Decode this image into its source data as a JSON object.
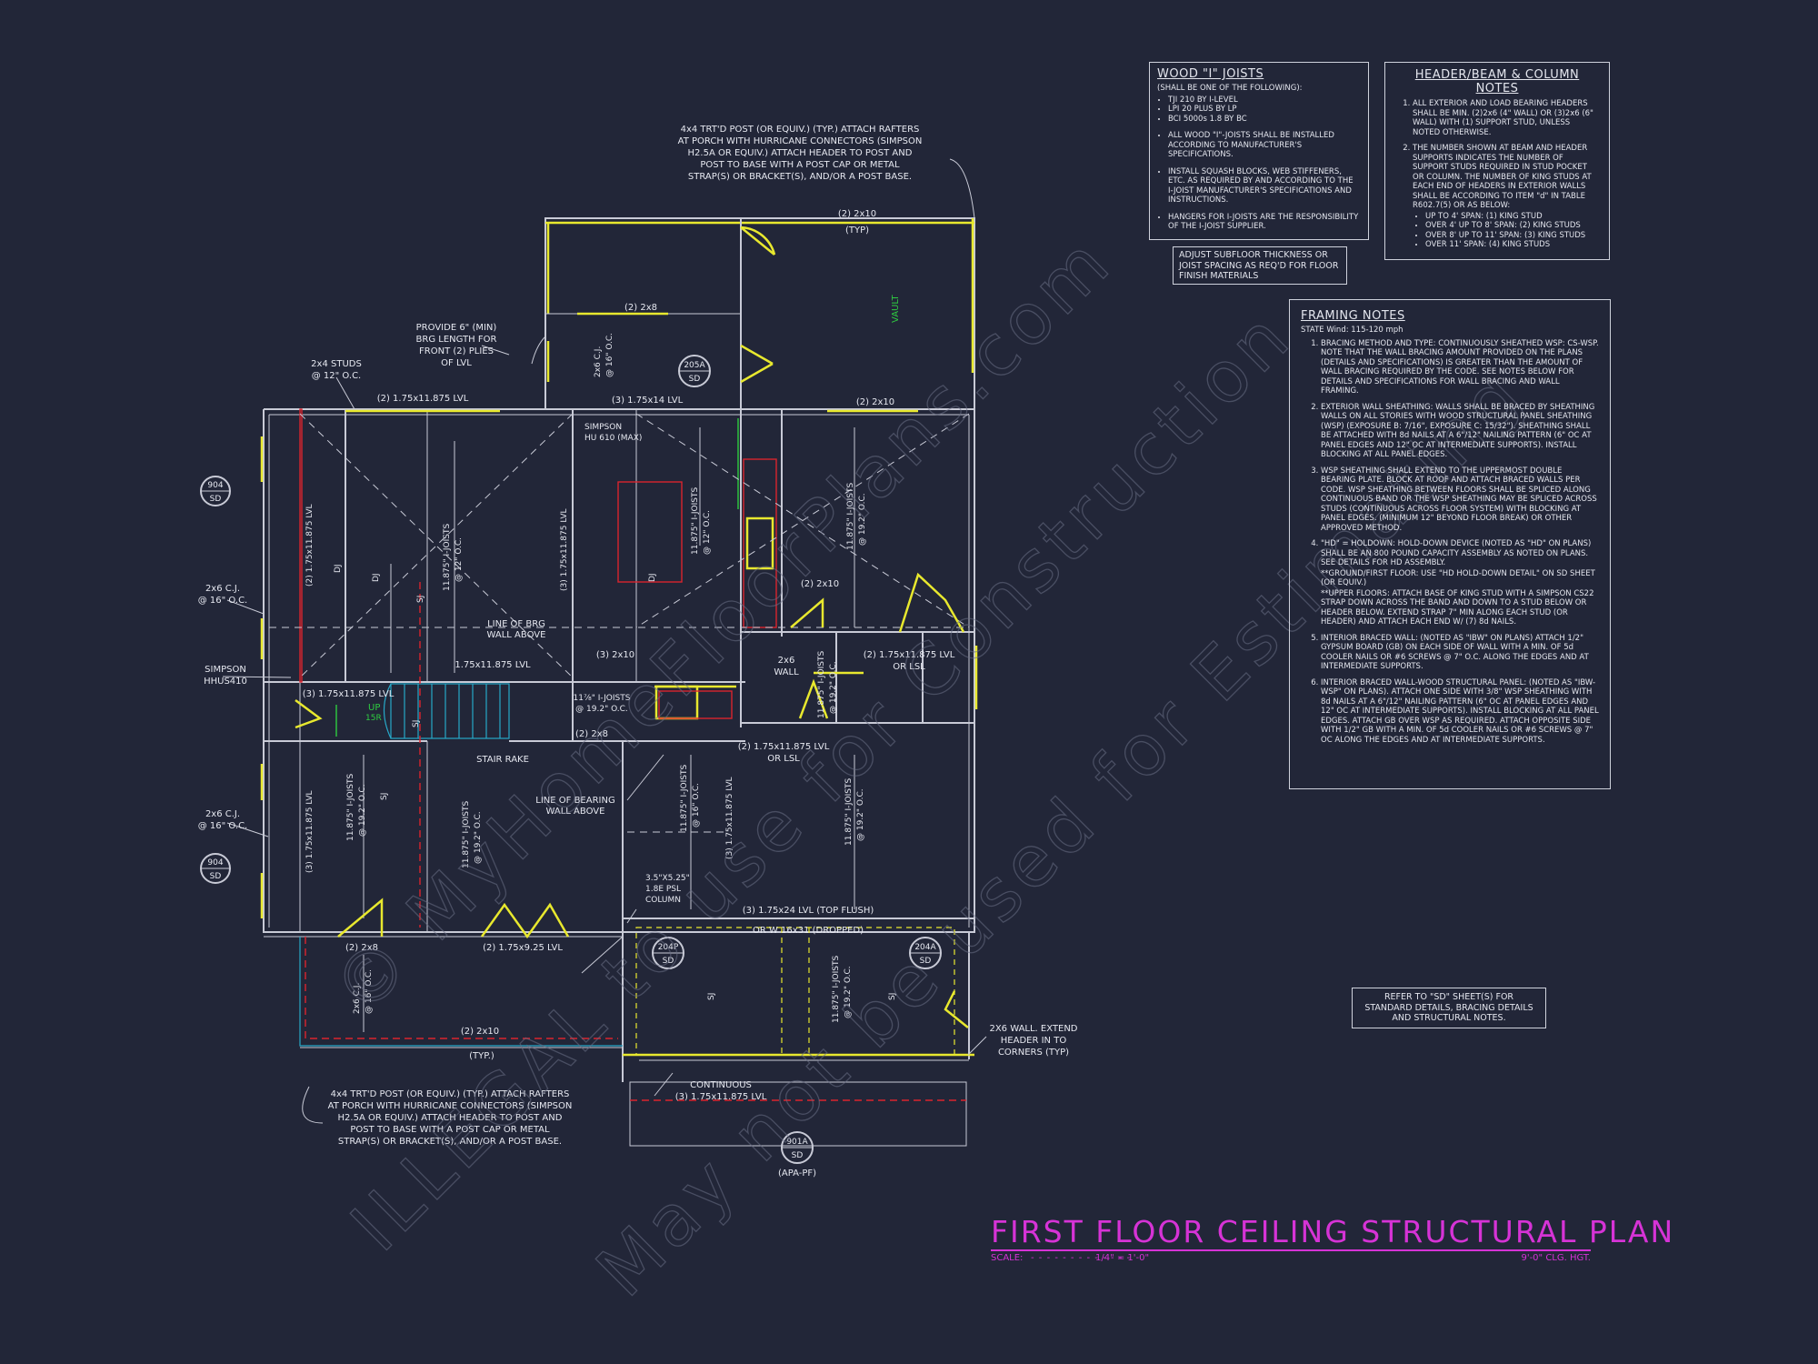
{
  "joists": {
    "title": "WOOD \"I\" JOISTS",
    "subtitle": "(SHALL BE ONE OF THE FOLLOWING):",
    "options": [
      "TJI 210 BY I-LEVEL",
      "LPI 20 PLUS BY LP",
      "BCI 5000s 1.8 BY BC"
    ],
    "notes": [
      "ALL WOOD \"I\"-JOISTS SHALL BE INSTALLED ACCORDING TO MANUFACTURER'S SPECIFICATIONS.",
      "INSTALL SQUASH BLOCKS, WEB STIFFENERS, ETC. AS REQUIRED BY AND ACCORDING TO THE I-JOIST MANUFACTURER'S SPECIFICATIONS AND INSTRUCTIONS.",
      "HANGERS FOR I-JOISTS ARE THE RESPONSIBILITY OF THE I-JOIST SUPPLIER."
    ]
  },
  "subfloor_note": "ADJUST SUBFLOOR THICKNESS OR JOIST SPACING AS REQ'D FOR FLOOR FINISH MATERIALS",
  "header_notes": {
    "title": "HEADER/BEAM & COLUMN NOTES",
    "items": [
      "ALL EXTERIOR AND LOAD BEARING HEADERS SHALL BE MIN. (2)2x6 (4\" WALL) OR (3)2x6 (6\" WALL) WITH (1) SUPPORT STUD, UNLESS NOTED OTHERWISE.",
      "THE NUMBER SHOWN AT BEAM AND HEADER SUPPORTS INDICATES THE NUMBER OF SUPPORT STUDS REQUIRED IN STUD POCKET OR COLUMN. THE NUMBER OF KING STUDS AT EACH END OF HEADERS IN EXTERIOR WALLS SHALL BE ACCORDING TO ITEM \"d\" IN TABLE R602.7(5) OR AS BELOW:"
    ],
    "studs": [
      "UP TO 4' SPAN: (1) KING STUD",
      "OVER 4' UP TO 8' SPAN: (2) KING STUDS",
      "OVER 8' UP TO 11' SPAN: (3) KING STUDS",
      "OVER 11' SPAN: (4) KING STUDS"
    ]
  },
  "framing_notes": {
    "title": "FRAMING NOTES",
    "wind": "STATE Wind: 115-120 mph",
    "items": [
      "BRACING METHOD AND TYPE: CONTINUOUSLY SHEATHED WSP: CS-WSP. NOTE THAT THE WALL BRACING AMOUNT PROVIDED ON THE PLANS (DETAILS AND SPECIFICATIONS) IS GREATER THAN THE AMOUNT OF WALL BRACING REQUIRED BY THE CODE. SEE NOTES BELOW FOR DETAILS AND SPECIFICATIONS FOR WALL BRACING AND WALL FRAMING.",
      "EXTERIOR WALL SHEATHING: WALLS SHALL BE BRACED BY SHEATHING WALLS ON ALL STORIES WITH WOOD STRUCTURAL PANEL SHEATHING (WSP) (EXPOSURE B: 7/16\", EXPOSURE C: 15/32\"). SHEATHING SHALL BE ATTACHED WITH 8d NAILS AT A 6\"/12\" NAILING PATTERN (6\" OC AT PANEL EDGES AND 12\" OC AT INTERMEDIATE SUPPORTS). INSTALL BLOCKING AT ALL PANEL EDGES.",
      "WSP SHEATHING SHALL EXTEND TO THE UPPERMOST DOUBLE BEARING PLATE. BLOCK AT ROOF AND ATTACH BRACED WALLS PER CODE. WSP SHEATHING BETWEEN FLOORS SHALL BE SPLICED ALONG CONTINUOUS BAND OR THE WSP SHEATHING MAY BE SPLICED ACROSS STUDS (CONTINUOUS ACROSS FLOOR SYSTEM) WITH BLOCKING AT PANEL EDGES. (MINIMUM 12\" BEYOND FLOOR BREAK) OR OTHER APPROVED METHOD.",
      "\"HD\" = HOLDOWN: HOLD-DOWN DEVICE (NOTED AS \"HD\" ON PLANS) SHALL BE AN 800 POUND CAPACITY ASSEMBLY AS NOTED ON PLANS. SEE DETAILS FOR HD ASSEMBLY.",
      "INTERIOR BRACED WALL: (NOTED AS \"IBW\" ON PLANS) ATTACH 1/2\" GYPSUM BOARD (GB) ON EACH SIDE OF WALL WITH A MIN. OF 5d COOLER NAILS OR #6 SCREWS @ 7\" O.C. ALONG THE EDGES AND AT INTERMEDIATE SUPPORTS.",
      "INTERIOR BRACED WALL-WOOD STRUCTURAL PANEL: (NOTED AS \"IBW-WSP\" ON PLANS). ATTACH ONE SIDE WITH 3/8\" WSP SHEATHING WITH 8d NAILS AT A 6\"/12\" NAILING PATTERN (6\" OC AT PANEL EDGES AND 12\" OC AT INTERMEDIATE SUPPORTS). INSTALL BLOCKING AT ALL PANEL EDGES. ATTACH GB OVER WSP AS REQUIRED. ATTACH OPPOSITE SIDE WITH 1/2\" GB WITH A MIN. OF 5d COOLER NAILS OR #6 SCREWS @ 7\" OC ALONG THE EDGES AND AT INTERMEDIATE SUPPORTS."
    ],
    "sub_items": [
      "**GROUND/FIRST FLOOR: USE \"HD HOLD-DOWN DETAIL\" ON SD SHEET (OR EQUIV.)",
      "**UPPER FLOORS: ATTACH BASE OF KING STUD WITH A SIMPSON CS22 STRAP DOWN ACROSS THE BAND AND DOWN TO A STUD BELOW OR HEADER BELOW. EXTEND STRAP 7\" MIN ALONG EACH STUD (OR HEADER) AND ATTACH EACH END W/ (7) 8d NAILS."
    ]
  },
  "refer_note": "REFER TO \"SD\" SHEET(S) FOR STANDARD DETAILS, BRACING DETAILS AND STRUCTURAL NOTES.",
  "title": "FIRST FLOOR CEILING STRUCTURAL PLAN",
  "scale_label": "SCALE:",
  "scale_value": "1/4\" = 1'-0\"",
  "ceiling_height": "9'-0\" CLG. HGT.",
  "watermark": [
    "© MyHomeFloorPlans.com",
    "ILLEGAL to use for Construction",
    "May not be used for Estimating"
  ],
  "plan_labels": {
    "top_callout": [
      "4x4 TRT'D POST (OR EQUIV.) (TYP.) ATTACH RAFTERS",
      "AT PORCH WITH HURRICANE CONNECTORS (SIMPSON",
      "H2.5A OR EQUIV.) ATTACH HEADER TO POST AND",
      "POST TO BASE WITH A POST CAP OR METAL",
      "STRAP(S) OR BRACKET(S), AND/OR A POST BASE."
    ],
    "bottom_callout": [
      "4x4 TRT'D POST (OR EQUIV.) (TYP.) ATTACH RAFTERS",
      "AT PORCH WITH HURRICANE CONNECTORS (SIMPSON",
      "H2.5A OR EQUIV.) ATTACH HEADER TO POST AND",
      "POST TO BASE WITH A POST CAP OR METAL",
      "STRAP(S) OR BRACKET(S), AND/OR A POST BASE."
    ],
    "provide": [
      "PROVIDE 6\" (MIN)",
      "BRG LENGTH FOR",
      "FRONT (2) PLIES",
      "OF LVL"
    ],
    "studs": [
      "2x4 STUDS",
      "@ 12\" O.C."
    ],
    "cj_top": [
      "2x6 C.J.",
      "@ 16\" O.C."
    ],
    "cj_bottom": [
      "2x6 C.J.",
      "@ 16\" O.C."
    ],
    "simpson_hhus": [
      "SIMPSON",
      "HHUS410"
    ],
    "simpson_hu": [
      "SIMPSON",
      "HU 610 (MAX)"
    ],
    "line_brg_1": [
      "LINE OF BRG",
      "WALL ABOVE"
    ],
    "line_brg_2": [
      "LINE OF BEARING",
      "WALL ABOVE"
    ],
    "psl": [
      "3.5\"X5.25\"",
      "1.8E PSL",
      "COLUMN"
    ],
    "wall_extend": [
      "2X6 WALL. EXTEND",
      "HEADER IN TO",
      "CORNERS (TYP)"
    ],
    "continuous": [
      "CONTINUOUS",
      "(3) 1.75x11.875 LVL"
    ],
    "lvl_lsl_1": [
      "(2) 1.75x11.875 LVL",
      "OR LSL"
    ],
    "lvl_lsl_2": [
      "(2) 1.75x11.875 LVL",
      "OR LSL"
    ],
    "wall_2x6": [
      "2x6",
      "WALL"
    ],
    "lvl24": "(3) 1.75x24 LVL (TOP FLUSH)",
    "dropped": "OR W 16x31 (DROPPED)",
    "stair_rake": "STAIR RAKE",
    "top_2x10": "(2) 2x10",
    "typ": "(TYP)",
    "typ2": "(TYP.)",
    "porch_2x8": "(2) 2x8",
    "lvl_front": "(2) 1.75x11.875 LVL",
    "lvl_14": "(3) 1.75x14 LVL",
    "r2x10": "(2) 2x10",
    "mid_lvl": "1.75x11.875 LVL",
    "mid_2x10": "(3) 2x10",
    "left_lvl": "(3) 1.75x11.875 LVL",
    "i_joists_mid": [
      "11⅞\" I-JOISTS",
      "@ 19.2\" O.C."
    ],
    "small_2x8": "(2) 2x8",
    "kit_2x10": "(2) 2x10",
    "bot_2x8": "(2) 2x8",
    "bot_lvl": "(2) 1.75x9.25 LVL",
    "porch_bot_2x10": "(2) 2x10",
    "vault": "VAULT",
    "up": "UP",
    "risers": "15R",
    "apa": "(APA-PF)",
    "vertical": {
      "cj_v": [
        "2x6 C.J.",
        "@ 16\" O.C."
      ],
      "dj": "DJ",
      "sj": "SJ",
      "lvl_v": "(2) 1.75x11.875 LVL",
      "lvl_v3": "(3) 1.75x11.875 LVL",
      "ij12": [
        "11.875\" I-JOISTS",
        "@ 12\" O.C."
      ],
      "ij19": [
        "11.875\" I-JOISTS",
        "@ 19.2\" O.C."
      ],
      "ij16": [
        "11.875\" I-JOISTS",
        "@ 16\" O.C."
      ],
      "cj_porch": [
        "2x6 C.J.",
        "@ 16\" O.C."
      ]
    },
    "tags": [
      {
        "num": "904",
        "ref": "SD"
      },
      {
        "num": "904",
        "ref": "SD"
      },
      {
        "num": "205A",
        "ref": "SD"
      },
      {
        "num": "204P",
        "ref": "SD"
      },
      {
        "num": "204A",
        "ref": "SD"
      },
      {
        "num": "901A",
        "ref": "SD"
      }
    ]
  },
  "colors": {
    "background": "#222638",
    "wall": "#c8cad6",
    "beam": "#e8e82e",
    "accent_title": "#d633d6",
    "stair": "#27a8c8",
    "red": "#d9232e",
    "green": "#2ecc40"
  }
}
